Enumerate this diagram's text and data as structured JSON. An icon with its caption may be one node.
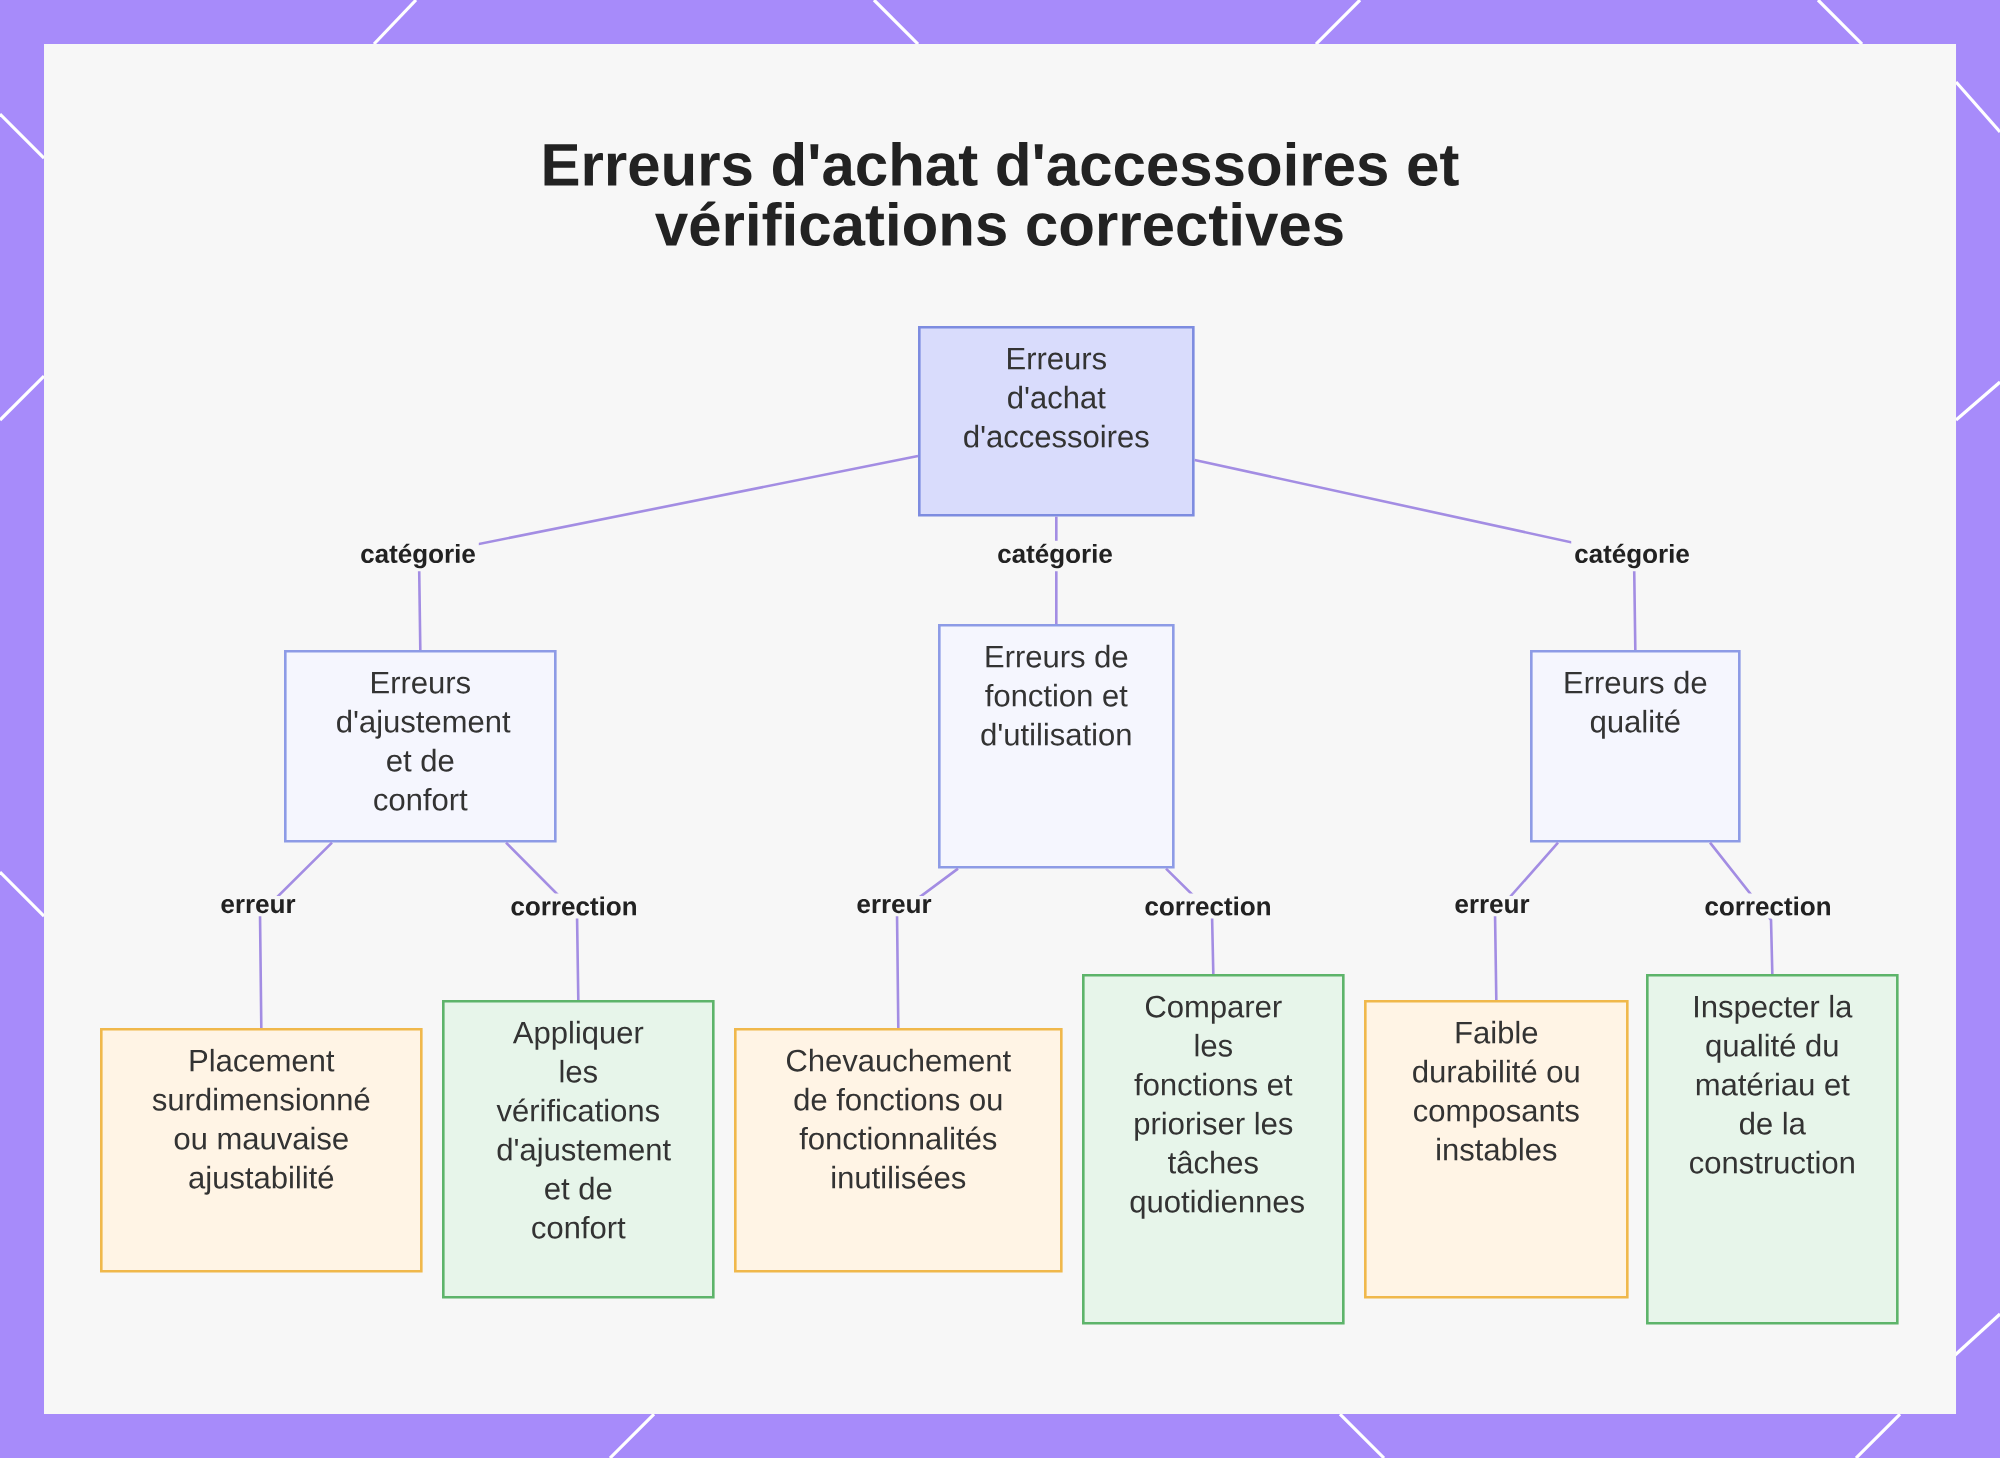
{
  "diagram": {
    "title": "Erreurs d'achat d'accessoires et vérifications correctives",
    "nodes": [
      {
        "text": [
          "Erreurs d'achat d'accessoires"
        ]
      },
      {
        "text": [
          "Erreurs d'ajustement et de confort"
        ]
      },
      {
        "text": [
          "Erreurs de fonction et d'utilisation"
        ]
      },
      {
        "text": [
          "Erreurs de qualité"
        ]
      },
      {
        "text": [
          "Placement surdimensionné ou mauvaise ajustabilité"
        ]
      },
      {
        "text": [
          "Appliquer les vérifications d'ajustement et de confort"
        ]
      },
      {
        "text": [
          "Chevauchement de fonctions ou fonctionnalités inutilisées"
        ]
      },
      {
        "text": [
          "Comparer les fonctions et prioriser les tâches quotidiennes"
        ]
      },
      {
        "text": [
          "Faible durabilité ou composants instables"
        ]
      },
      {
        "text": [
          "Inspecter la qualité du matériau et de la construction"
        ]
      }
    ],
    "edges": [
      {
        "from": 0,
        "to": 1,
        "arrow": "none",
        "label": "catégorie"
      },
      {
        "from": 0,
        "to": 2,
        "arrow": "none",
        "label": "catégorie"
      },
      {
        "from": 0,
        "to": 3,
        "arrow": "none",
        "label": "catégorie"
      },
      {
        "from": 1,
        "to": 4,
        "arrow": "none",
        "label": "erreur"
      },
      {
        "from": 1,
        "to": 5,
        "arrow": "none",
        "label": "correction"
      },
      {
        "from": 2,
        "to": 6,
        "arrow": "none",
        "label": "erreur"
      },
      {
        "from": 2,
        "to": 7,
        "arrow": "none",
        "label": "correction"
      },
      {
        "from": 3,
        "to": 8,
        "arrow": "none",
        "label": "erreur"
      },
      {
        "from": 3,
        "to": 9,
        "arrow": "none",
        "label": "correction"
      }
    ]
  }
}
